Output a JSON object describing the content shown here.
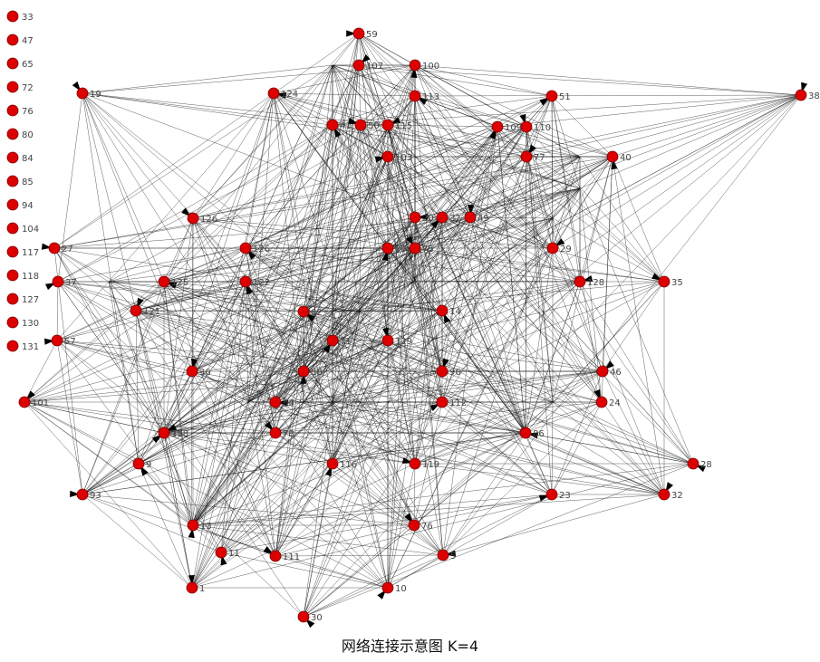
{
  "caption": "网络连接示意图 K=4",
  "colors": {
    "node": "#dd0000",
    "node_stroke": "#7a0000",
    "edge": "#111111",
    "label": "#444444"
  },
  "isolated_nodes": [
    "33",
    "47",
    "65",
    "72",
    "76",
    "80",
    "84",
    "85",
    "94",
    "104",
    "117",
    "118",
    "127",
    "130",
    "131"
  ],
  "nodes": [
    "59",
    "107",
    "100",
    "19",
    "124",
    "51",
    "38",
    "41",
    "50",
    "115",
    "109",
    "110",
    "113",
    "103",
    "77",
    "40",
    "126",
    "20",
    "32a",
    "49",
    "126b",
    "27",
    "29",
    "73",
    "75",
    "125",
    "37",
    "121",
    "122",
    "35",
    "128",
    "71",
    "129",
    "62",
    "57",
    "101",
    "58",
    "78",
    "84b",
    "31",
    "36",
    "9",
    "119",
    "108",
    "116",
    "24",
    "28",
    "23",
    "32",
    "11",
    "111",
    "5",
    "10",
    "1",
    "30",
    "93",
    "46",
    "13",
    "76b",
    "86",
    "112",
    "96",
    "14"
  ],
  "labels": {
    "59": "59",
    "107": "107",
    "100": "100",
    "19": "19",
    "124": "124",
    "51": "51",
    "38": "38",
    "41": "41",
    "50": "50",
    "115": "115",
    "109": "109",
    "110": "110",
    "113": "113",
    "103": "103",
    "77": "77",
    "40": "40",
    "126": "126",
    "20": "20",
    "32a": "32",
    "49": "49",
    "126b": "126",
    "27": "27",
    "29": "29",
    "73": "73",
    "75": "75",
    "125": "125",
    "37": "37",
    "121": "121",
    "122": "122",
    "35": "35",
    "128": "128",
    "71": "71",
    "129": "129",
    "62": "62",
    "57": "57",
    "101": "101",
    "58": "58",
    "78": "78",
    "84b": "84",
    "31": "31",
    "36": "36",
    "9": "9",
    "119": "119",
    "108": "108",
    "116": "116",
    "24": "24",
    "28": "28",
    "23": "23",
    "32": "32",
    "11": "11",
    "111": "111",
    "5": "5",
    "10": "10",
    "1": "1",
    "30": "30",
    "93": "93",
    "46": "46",
    "13": "13",
    "76b": "76",
    "86": "86",
    "112": "112",
    "96": "96",
    "14": "14"
  }
}
